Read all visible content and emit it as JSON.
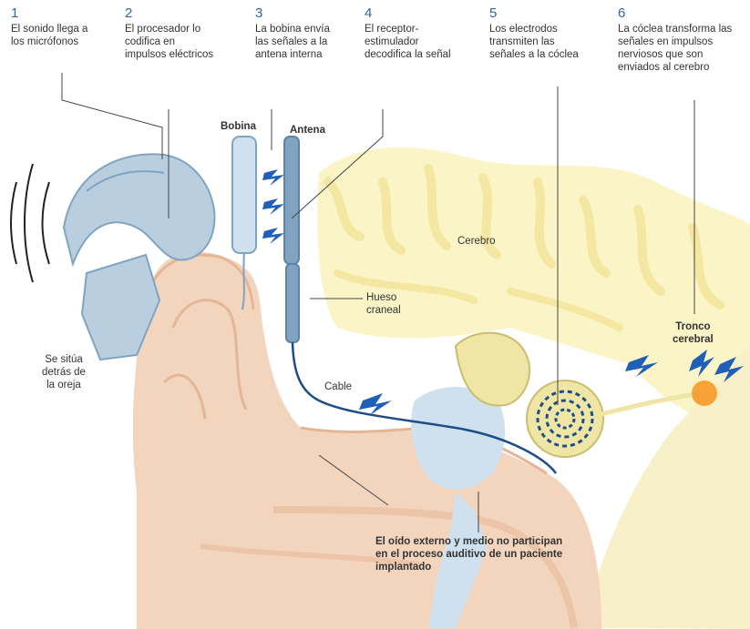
{
  "steps": [
    {
      "number": "1",
      "text": "El sonido llega a\nlos micrófonos"
    },
    {
      "number": "2",
      "text": "El procesador lo\ncodifica en\nimpulsos eléctricos"
    },
    {
      "number": "3",
      "text": "La bobina envía\nlas señales a la\nantena interna"
    },
    {
      "number": "4",
      "text": "El receptor-\nestimulador\ndecodifica la señal"
    },
    {
      "number": "5",
      "text": "Los electrodos\ntransmiten las\nseñales a la cóclea"
    },
    {
      "number": "6",
      "text": "La cóclea transforma las\nseñales en impulsos\nnerviosos que son\nenviados al cerebro"
    }
  ],
  "labels": {
    "bobina": "Bobina",
    "antena": "Antena",
    "cerebro": "Cerebro",
    "hueso": "Hueso\ncraneal",
    "situa": "Se sitúa\ndetrás de\nla oreja",
    "cable": "Cable",
    "tronco": "Tronco\ncerebral",
    "oido": "El oído externo y medio no participan\nen el proceso auditivo de un paciente\nimplantado"
  },
  "colors": {
    "step_number": "#2f66a8",
    "skin": "#f3d4bd",
    "skin_dark": "#e3b696",
    "device": "#b9cfe0",
    "device_dark": "#7fa4c2",
    "brain": "#fbf4c6",
    "cochlea": "#efe6a6",
    "electrode": "#1d4e86",
    "signal": "#1f5fb8",
    "glow": "#f7931e"
  }
}
